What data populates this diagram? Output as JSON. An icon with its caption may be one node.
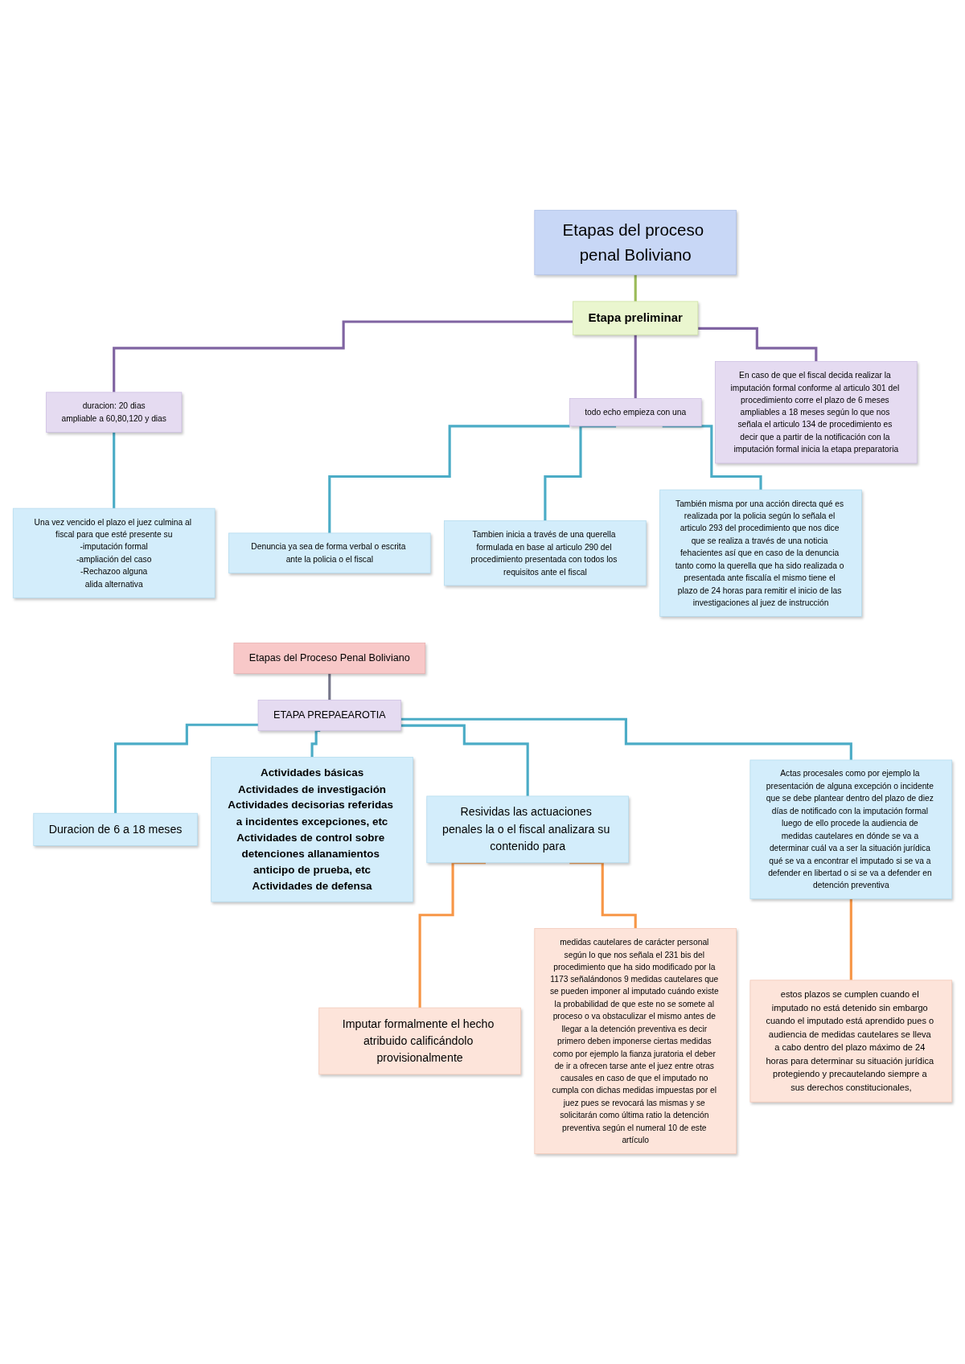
{
  "diagram": {
    "nodes": [
      {
        "text": [
          "Etapas del proceso penal Boliviano"
        ]
      },
      {
        "text": [
          "Etapa preliminar"
        ]
      },
      {
        "text": [
          "duracion: 20 dias",
          "ampliable a 60,80,120 y dias"
        ]
      },
      {
        "text": [
          "todo echo empieza con una"
        ]
      },
      {
        "text": [
          "En caso de que el fiscal decida realizar la imputación formal conforme al articulo 301 del procedimiento corre el plazo de 6 meses ampliables a 18 meses según lo que nos señala el articulo 134 de procedimiento es decir que a partir de la notificación con la imputación formal inicia la etapa preparatoria"
        ]
      },
      {
        "text": [
          "Una vez vencido el plazo el juez culmina al fiscal para que esté presente su",
          "-imputación formal",
          "-ampliación del caso",
          "-Rechazoo alguna",
          "alida alternativa"
        ]
      },
      {
        "text": [
          "Denuncia ya sea de forma verbal o escrita ante la policia o el fiscal"
        ]
      },
      {
        "text": [
          "Tambien inicia a través de una querella formulada en base al articulo 290 del procedimiento presentada con todos los requisitos ante el fiscal"
        ]
      },
      {
        "text": [
          "También misma por una acción directa qué es realizada por la policia según lo señala el articulo 293 del procedimiento que nos dice que se realiza a través de una noticia fehacientes así que en caso de la denuncia tanto como la querella que ha sido realizada o presentada ante fiscalía el mismo tiene el plazo de 24 horas para remitir el inicio de las investigaciones al juez de instrucción"
        ]
      },
      {
        "text": [
          "Etapas del Proceso Penal Boliviano"
        ]
      },
      {
        "text": [
          "ETAPA PREPAEAROTIA"
        ]
      },
      {
        "text": [
          "Duracion de 6 a 18 meses"
        ]
      },
      {
        "text": [
          "Actividades básicas",
          "Actividades de investigación",
          "Actividades decisorias referidas a incidentes excepciones, etc",
          "Actividades de control sobre detenciones allanamientos anticipo de prueba, etc",
          "Actividades de defensa"
        ]
      },
      {
        "text": [
          "Resividas las actuaciones penales la o el fiscal analizara su contenido para"
        ]
      },
      {
        "text": [
          "Actas procesales como por ejemplo la presentación de alguna excepción o incidente que se debe plantear dentro del plazo de diez días de notificado con la imputación formal luego de ello procede la audiencia de medidas cautelares en dónde se va a determinar cuál va a ser la situación jurídica qué se va a encontrar el imputado si se va a defender en libertad o si se va a defender en detención preventiva"
        ]
      },
      {
        "text": [
          "Imputar formalmente el hecho atribuido calificándolo provisionalmente"
        ]
      },
      {
        "text": [
          "estos plazos se cumplen cuando el imputado no está detenido sin embargo cuando el imputado está aprendido pues o audiencia de medidas cautelares se lleva a cabo dentro del plazo máximo de 24 horas para determinar su situación jurídica protegiendo y precautelando siempre a sus derechos constitucionales,"
        ]
      },
      {
        "text": [
          "medidas cautelares de carácter personal según lo que nos señala el 231 bis del procedimiento que ha sido modificado por la 1173 señalándonos 9 medidas cautelares que se pueden imponer al imputado cuándo existe la probabilidad de que este no se somete al proceso o va obstaculizar el mismo antes de llegar a la detención preventiva es decir primero deben imponerse ciertas medidas como por ejemplo la fianza juratoria el deber de ir a ofrecen tarse ante el juez entre otras causales en caso de que el imputado no cumpla con dichas medidas impuestas por el juez pues se revocará las mismas y se solicitarán como última ratio la detención preventiva según el numeral 10 de este artículo"
        ]
      }
    ],
    "edges": [
      {
        "from": 0,
        "to": 1,
        "arrow": "none",
        "color": "#9bbb59"
      },
      {
        "from": 1,
        "to": 2,
        "arrow": "none",
        "color": "#8064a2"
      },
      {
        "from": 1,
        "to": 3,
        "arrow": "none",
        "color": "#8064a2"
      },
      {
        "from": 1,
        "to": 4,
        "arrow": "none",
        "color": "#8064a2"
      },
      {
        "from": 2,
        "to": 5,
        "arrow": "none"
      },
      {
        "from": 3,
        "to": 6,
        "arrow": "none"
      },
      {
        "from": 3,
        "to": 7,
        "arrow": "none"
      },
      {
        "from": 3,
        "to": 8,
        "arrow": "none"
      },
      {
        "from": 9,
        "to": 10,
        "arrow": "none",
        "color": "#76768a"
      },
      {
        "from": 10,
        "to": 11,
        "arrow": "none"
      },
      {
        "from": 10,
        "to": 12,
        "arrow": "none"
      },
      {
        "from": 10,
        "to": 13,
        "arrow": "none"
      },
      {
        "from": 10,
        "to": 14,
        "arrow": "none"
      },
      {
        "from": 13,
        "to": 15,
        "arrow": "none",
        "color": "#f79646"
      },
      {
        "from": 13,
        "to": 17,
        "arrow": "none",
        "color": "#f79646"
      },
      {
        "from": 14,
        "to": 16,
        "arrow": "none",
        "color": "#f79646"
      }
    ]
  }
}
